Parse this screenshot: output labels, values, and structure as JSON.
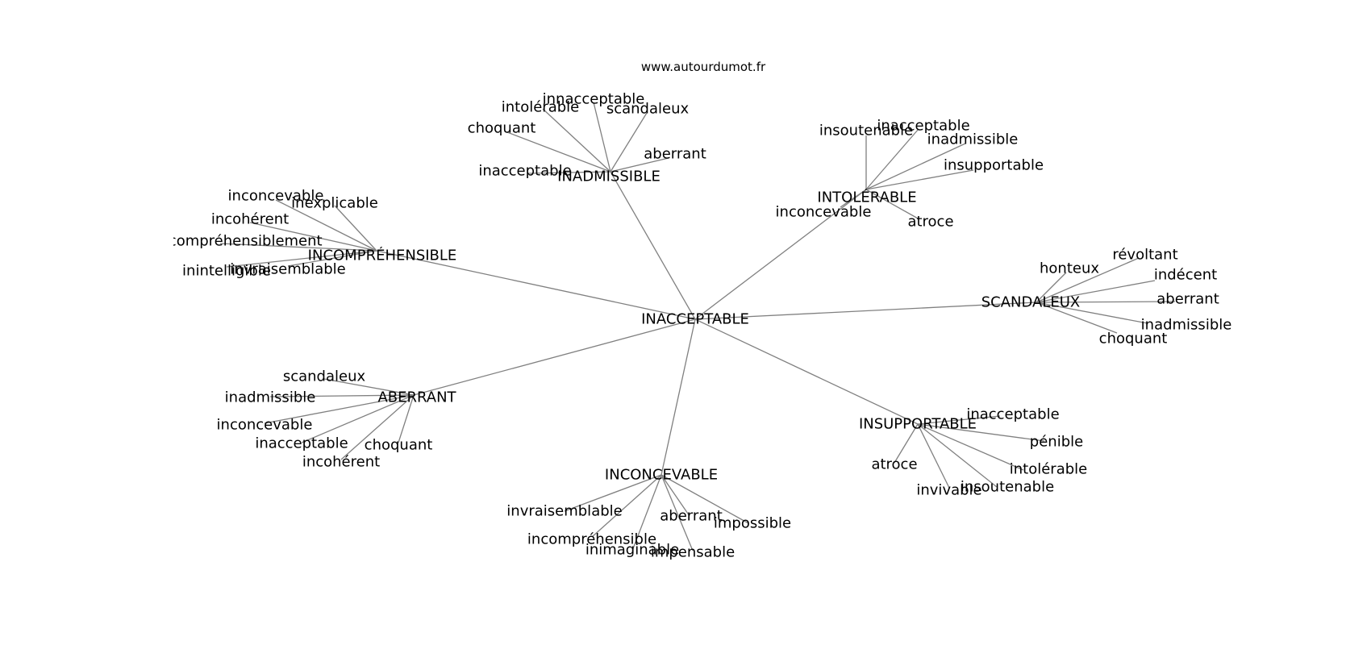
{
  "source": "www.autourdumot.fr",
  "center": {
    "id": "center",
    "label": "INACCEPTABLE"
  },
  "clusters": [
    {
      "id": "inadmissible",
      "label": "INADMISSIBLE",
      "leaves": [
        {
          "id": "inadmissible-0",
          "label": "innacceptable"
        },
        {
          "id": "inadmissible-1",
          "label": "intolérable"
        },
        {
          "id": "inadmissible-2",
          "label": "scandaleux"
        },
        {
          "id": "inadmissible-3",
          "label": "choquant"
        },
        {
          "id": "inadmissible-4",
          "label": "aberrant"
        },
        {
          "id": "inadmissible-5",
          "label": "inacceptable"
        }
      ]
    },
    {
      "id": "intolerable",
      "label": "INTOLÉRABLE",
      "leaves": [
        {
          "id": "intolerable-0",
          "label": "insoutenable"
        },
        {
          "id": "intolerable-1",
          "label": "inacceptable"
        },
        {
          "id": "intolerable-2",
          "label": "inadmissible"
        },
        {
          "id": "intolerable-3",
          "label": "insupportable"
        },
        {
          "id": "intolerable-4",
          "label": "inconcevable"
        },
        {
          "id": "intolerable-5",
          "label": "atroce"
        }
      ]
    },
    {
      "id": "incomprehensible",
      "label": "INCOMPRÉHENSIBLE",
      "leaves": [
        {
          "id": "incomprehensible-0",
          "label": "inconcevable"
        },
        {
          "id": "incomprehensible-1",
          "label": "inexplicable"
        },
        {
          "id": "incomprehensible-2",
          "label": "incohérent"
        },
        {
          "id": "incomprehensible-3",
          "label": "incompréhensiblement"
        },
        {
          "id": "incomprehensible-4",
          "label": "inintelligible"
        },
        {
          "id": "incomprehensible-5",
          "label": "invraisemblable"
        }
      ]
    },
    {
      "id": "scandaleux",
      "label": "SCANDALEUX",
      "leaves": [
        {
          "id": "scandaleux-0",
          "label": "honteux"
        },
        {
          "id": "scandaleux-1",
          "label": "révoltant"
        },
        {
          "id": "scandaleux-2",
          "label": "indécent"
        },
        {
          "id": "scandaleux-3",
          "label": "aberrant"
        },
        {
          "id": "scandaleux-4",
          "label": "inadmissible"
        },
        {
          "id": "scandaleux-5",
          "label": "choquant"
        }
      ]
    },
    {
      "id": "aberrant",
      "label": "ABERRANT",
      "leaves": [
        {
          "id": "aberrant-0",
          "label": "scandaleux"
        },
        {
          "id": "aberrant-1",
          "label": "inadmissible"
        },
        {
          "id": "aberrant-2",
          "label": "inconcevable"
        },
        {
          "id": "aberrant-3",
          "label": "inacceptable"
        },
        {
          "id": "aberrant-4",
          "label": "choquant"
        },
        {
          "id": "aberrant-5",
          "label": "incohérent"
        }
      ]
    },
    {
      "id": "insupportable",
      "label": "INSUPPORTABLE",
      "leaves": [
        {
          "id": "insupportable-0",
          "label": "inacceptable"
        },
        {
          "id": "insupportable-1",
          "label": "pénible"
        },
        {
          "id": "insupportable-2",
          "label": "atroce"
        },
        {
          "id": "insupportable-3",
          "label": "intolérable"
        },
        {
          "id": "insupportable-4",
          "label": "insoutenable"
        },
        {
          "id": "insupportable-5",
          "label": "invivable"
        }
      ]
    },
    {
      "id": "inconcevable",
      "label": "INCONCEVABLE",
      "leaves": [
        {
          "id": "inconcevable-0",
          "label": "invraisemblable"
        },
        {
          "id": "inconcevable-1",
          "label": "aberrant"
        },
        {
          "id": "inconcevable-2",
          "label": "impossible"
        },
        {
          "id": "inconcevable-3",
          "label": "incompréhensible"
        },
        {
          "id": "inconcevable-4",
          "label": "inimaginable"
        },
        {
          "id": "inconcevable-5",
          "label": "impensable"
        }
      ]
    }
  ]
}
